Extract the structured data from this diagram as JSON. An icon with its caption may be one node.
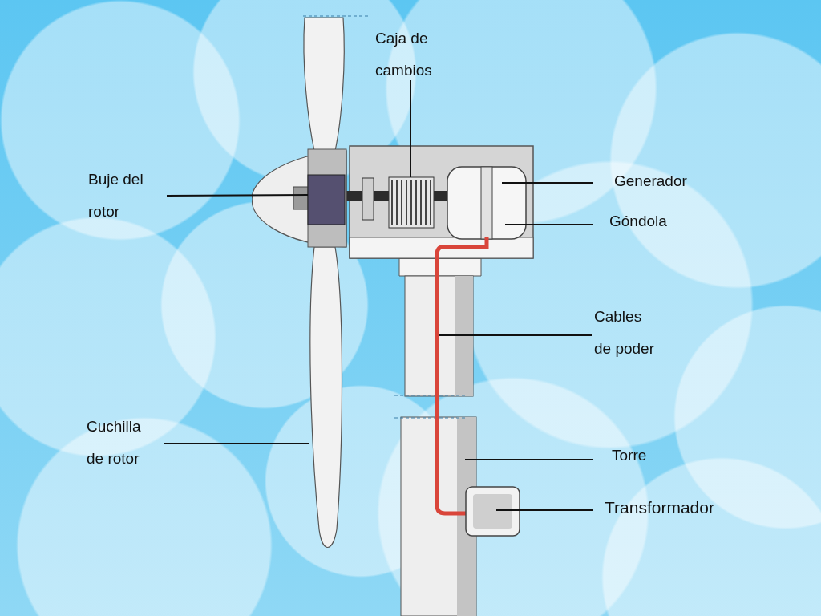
{
  "diagram": {
    "nodes": [
      {
        "text": [
          "Caja de cambios"
        ]
      },
      {
        "text": [
          "Buje del rotor"
        ]
      },
      {
        "text": [
          "Generador"
        ]
      },
      {
        "text": [
          "Góndola"
        ]
      },
      {
        "text": [
          "Cables de poder"
        ]
      },
      {
        "text": [
          "Cuchilla de rotor"
        ]
      },
      {
        "text": [
          "Torre"
        ]
      },
      {
        "text": [
          "Transformador"
        ]
      },
      {
        "text": [],
        "shape": "picture"
      },
      {
        "text": [],
        "shape": "box"
      },
      {
        "text": [],
        "shape": "picture",
        "in": 9
      },
      {
        "text": [],
        "shape": "picture",
        "in": 9
      },
      {
        "text": [],
        "shape": "picture"
      },
      {
        "text": [],
        "shape": "picture"
      },
      {
        "text": [],
        "shape": "picture"
      },
      {
        "text": [],
        "shape": "picture"
      }
    ],
    "edges": [
      {
        "from": 0,
        "to": 10,
        "arrow": "none"
      },
      {
        "from": 1,
        "to": 8,
        "arrow": "none"
      },
      {
        "from": 2,
        "to": 11,
        "arrow": "none"
      },
      {
        "from": 3,
        "to": 9,
        "arrow": "none"
      },
      {
        "from": 4,
        "to": 12,
        "arrow": "none"
      },
      {
        "from": 5,
        "to": 13,
        "arrow": "none"
      },
      {
        "from": 6,
        "to": 14,
        "arrow": "none"
      },
      {
        "from": 7,
        "to": 15,
        "arrow": "none"
      }
    ]
  }
}
